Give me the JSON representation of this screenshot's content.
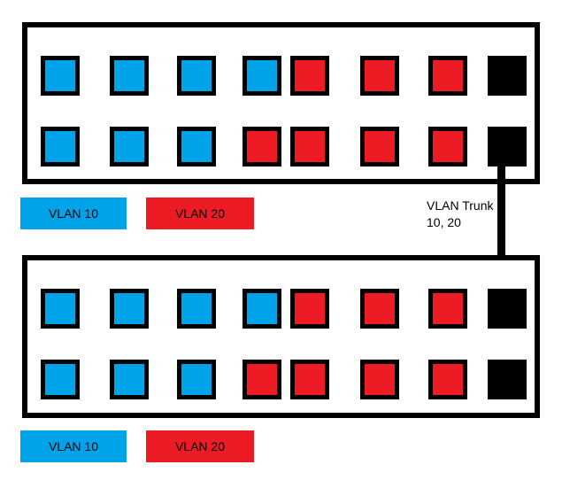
{
  "colors": {
    "vlan10": "#00A2E8",
    "vlan20": "#ED1C24",
    "trunk": "#000000"
  },
  "trunk_label": {
    "line1": "VLAN Trunk",
    "line2": "10, 20"
  },
  "switches": [
    {
      "rows": [
        [
          "vlan10",
          "vlan10",
          "vlan10",
          "vlan10",
          "vlan20",
          "vlan20",
          "vlan20",
          "trunk"
        ],
        [
          "vlan10",
          "vlan10",
          "vlan10",
          "vlan20",
          "vlan20",
          "vlan20",
          "vlan20",
          "trunk"
        ]
      ],
      "legend": [
        {
          "label": "VLAN 10",
          "vlan": "vlan10"
        },
        {
          "label": "VLAN 20",
          "vlan": "vlan20"
        }
      ]
    },
    {
      "rows": [
        [
          "vlan10",
          "vlan10",
          "vlan10",
          "vlan10",
          "vlan20",
          "vlan20",
          "vlan20",
          "trunk"
        ],
        [
          "vlan10",
          "vlan10",
          "vlan10",
          "vlan20",
          "vlan20",
          "vlan20",
          "vlan20",
          "trunk"
        ]
      ],
      "legend": [
        {
          "label": "VLAN 10",
          "vlan": "vlan10"
        },
        {
          "label": "VLAN 20",
          "vlan": "vlan20"
        }
      ]
    }
  ]
}
